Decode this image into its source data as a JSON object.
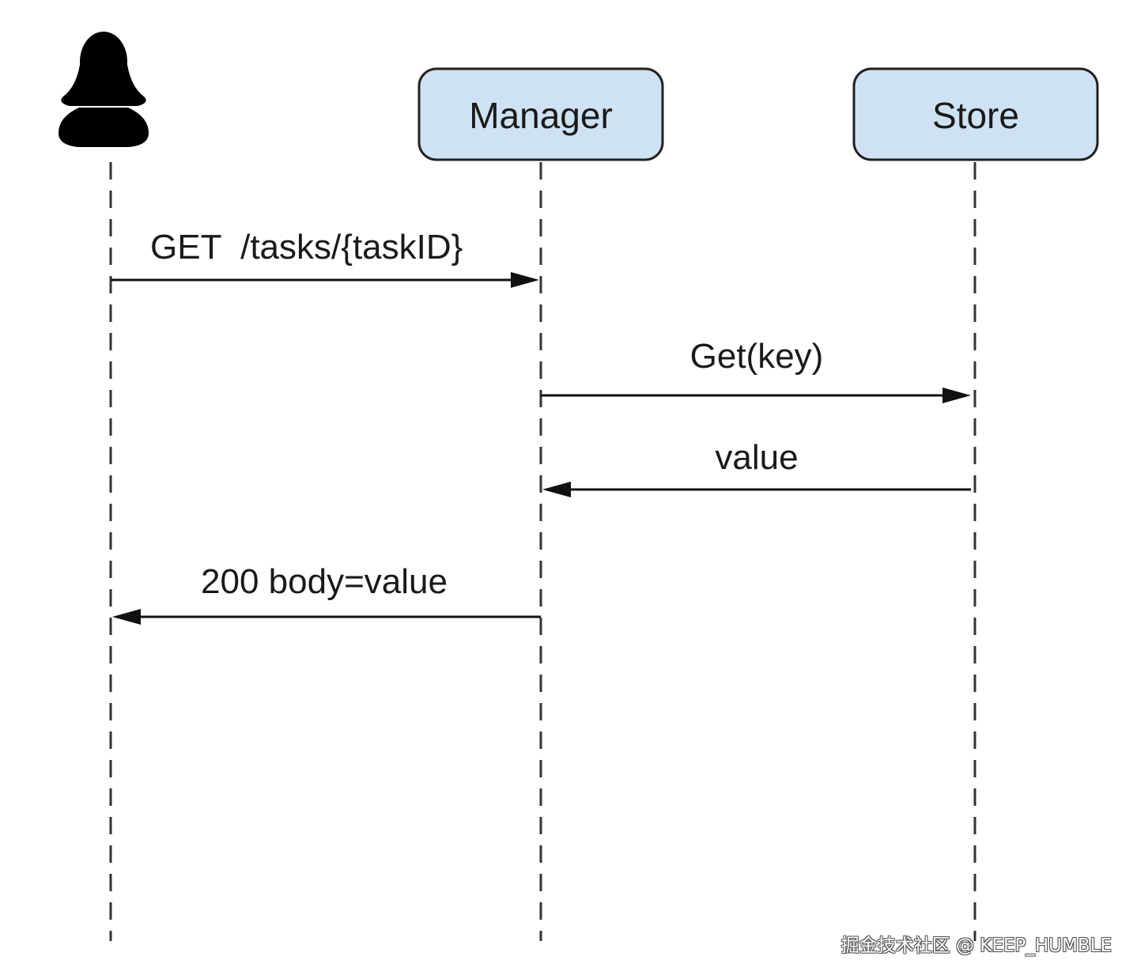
{
  "actor": {
    "icon": "user-silhouette-icon",
    "color": "#000000"
  },
  "participants": [
    {
      "id": "manager",
      "label": "Manager"
    },
    {
      "id": "store",
      "label": "Store"
    }
  ],
  "messages": [
    {
      "label": "GET  /tasks/{taskID}",
      "from": "actor",
      "to": "manager"
    },
    {
      "label": "Get(key)",
      "from": "manager",
      "to": "store"
    },
    {
      "label": "value",
      "from": "store",
      "to": "manager"
    },
    {
      "label": "200 body=value",
      "from": "manager",
      "to": "actor"
    }
  ],
  "watermark": "掘金技术社区 @ KEEP_HUMBLE",
  "colors": {
    "participant_fill": "#cfe2f3",
    "participant_stroke": "#222222",
    "line": "#111111"
  }
}
